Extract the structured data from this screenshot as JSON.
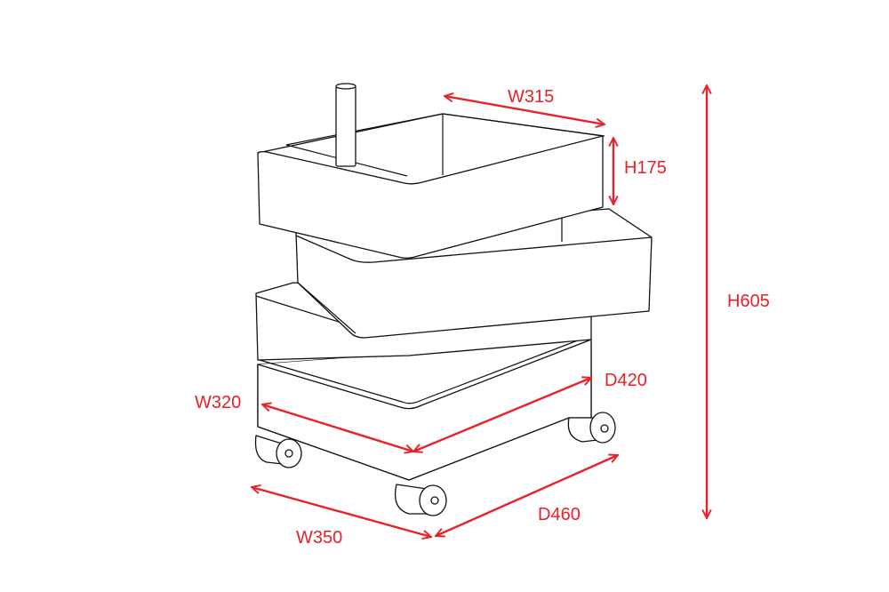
{
  "title": "Rolling storage tray cart dimensions",
  "accent_color": "#e8212a",
  "dimensions": {
    "top_tray_width": "W315",
    "top_tray_height": "H175",
    "total_height": "H605",
    "body_depth": "D420",
    "body_width": "W320",
    "base_depth": "D460",
    "base_width": "W350"
  }
}
